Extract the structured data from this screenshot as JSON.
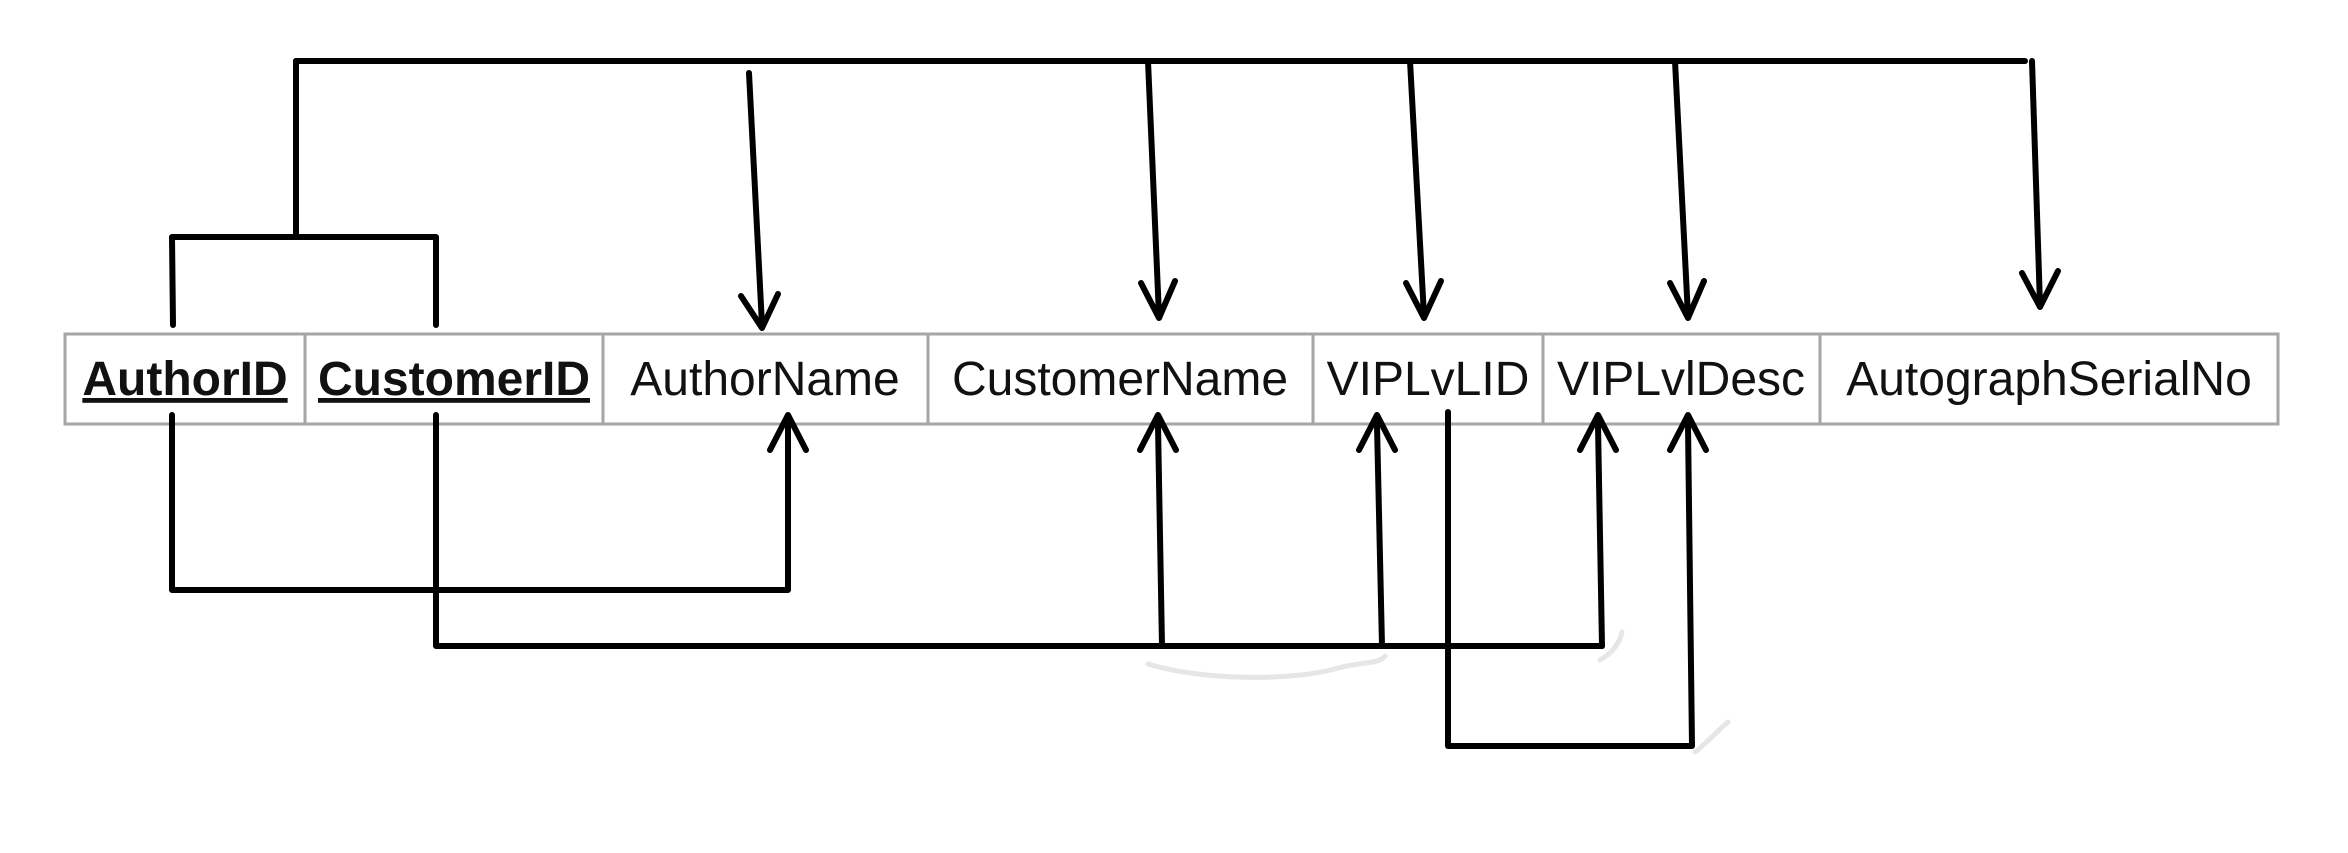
{
  "diagram": {
    "attributes": [
      {
        "label": "AuthorID",
        "key": true
      },
      {
        "label": "CustomerID",
        "key": true
      },
      {
        "label": "AuthorName",
        "key": false
      },
      {
        "label": "CustomerName",
        "key": false
      },
      {
        "label": "VIPLvLID",
        "key": false
      },
      {
        "label": "VIPLvlDesc",
        "key": false
      },
      {
        "label": "AutographSerialNo",
        "key": false
      }
    ],
    "dependencies": [
      {
        "from": [
          "AuthorID",
          "CustomerID"
        ],
        "to": [
          "AuthorName",
          "CustomerName",
          "VIPLvLID",
          "VIPLvlDesc",
          "AutographSerialNo"
        ],
        "type": "full"
      },
      {
        "from": [
          "AuthorID"
        ],
        "to": [
          "AuthorName"
        ],
        "type": "partial"
      },
      {
        "from": [
          "CustomerID"
        ],
        "to": [
          "CustomerName",
          "VIPLvLID",
          "VIPLvlDesc"
        ],
        "type": "partial"
      },
      {
        "from": [
          "VIPLvLID"
        ],
        "to": [
          "VIPLvlDesc"
        ],
        "type": "transitive"
      }
    ],
    "colors": {
      "line": "#000000",
      "box_border": "#a6a6a6",
      "text": "#111111"
    }
  }
}
